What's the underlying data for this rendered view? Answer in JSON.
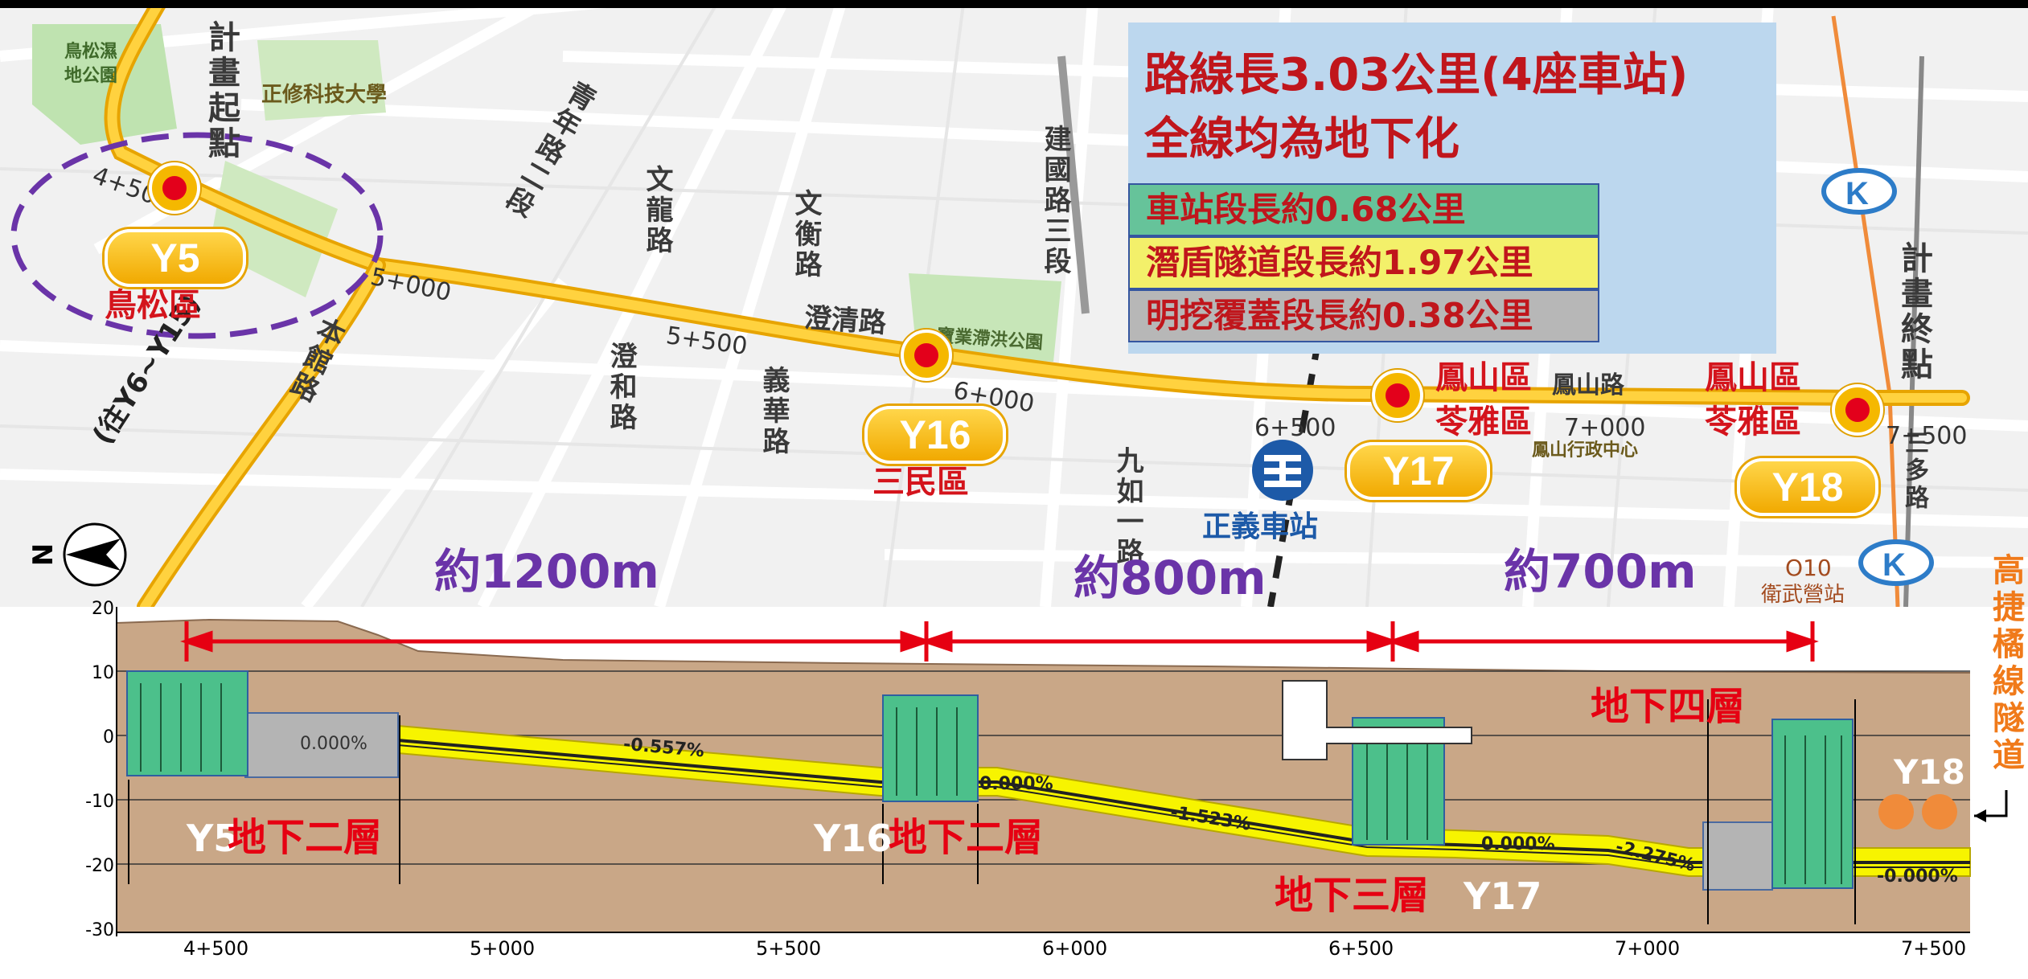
{
  "info": {
    "title_line1": "路線長3.03公里(4座車站)",
    "title_line2": "全線均為地下化",
    "legend": [
      {
        "label": "車站段長約0.68公里",
        "color": "#66c39a"
      },
      {
        "label": "潛盾隧道段長約1.97公里",
        "color": "#f3f06a"
      },
      {
        "label": "明挖覆蓋段長約0.38公里",
        "color": "#b7b7b7"
      }
    ]
  },
  "map": {
    "roads": [
      "計畫起點",
      "青年路二段",
      "文龍路",
      "文衡路",
      "建國路三段",
      "本館路",
      "澄和路",
      "義華路",
      "九如一路",
      "澄清路",
      "計畫終點",
      "三多路"
    ],
    "road_partial": "鳳山路",
    "pois": [
      "鳥松濕地公園",
      "正修科技大學",
      "寶業滯洪公園",
      "鳳山行政中心",
      "正義車站",
      "O10",
      "衛武營站"
    ],
    "continuation": "(往Y6~Y15)",
    "chainages": [
      "4+500",
      "5+000",
      "5+500",
      "6+000",
      "6+500",
      "7+000",
      "7+500"
    ],
    "stations": [
      {
        "code": "Y5",
        "district": "鳥松區"
      },
      {
        "code": "Y16",
        "district": "三民區"
      },
      {
        "code": "Y17",
        "district1": "鳳山區",
        "district2": "苓雅區"
      },
      {
        "code": "Y18",
        "district1": "鳳山區",
        "district2": "苓雅區"
      }
    ],
    "distances": [
      "約1200m",
      "約800m",
      "約700m"
    ],
    "north": "N"
  },
  "profile": {
    "y_ticks": [
      "20",
      "10",
      "0",
      "-10",
      "-20",
      "-30"
    ],
    "x_ticks": [
      "4+500",
      "5+000",
      "5+500",
      "6+000",
      "6+500",
      "7+000",
      "7+500"
    ],
    "grades": [
      "0.000%",
      "-0.557%",
      "0.000%",
      "-1.523%",
      "0.000%",
      "-2.275%",
      "-0.000%"
    ],
    "labels": {
      "y5_code": "Y5",
      "y5_level": "地下二層",
      "y16_code": "Y16",
      "y16_level": "地下二層",
      "y17_level": "地下三層",
      "y17_code": "Y17",
      "y18_level": "地下四層",
      "y18_code": "Y18",
      "connector": "高捷橘線隧道"
    }
  },
  "colors": {
    "soil": "#c9a787",
    "tunnel": "#f7f400",
    "station": "#4cc08b",
    "cut_cover": "#b4b4b4",
    "route": "#f5b800",
    "accent_red": "#e60012"
  }
}
